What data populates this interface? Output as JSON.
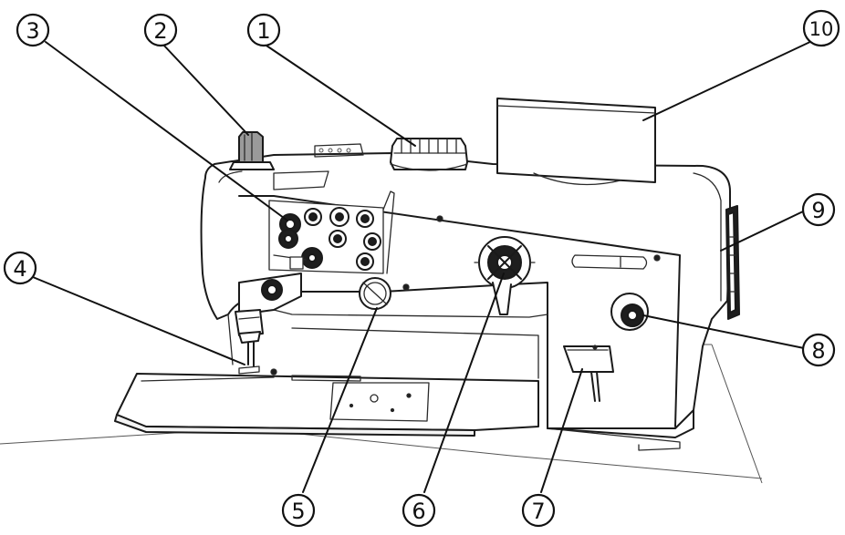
{
  "callouts": [
    {
      "id": "c1",
      "label": "1"
    },
    {
      "id": "c2",
      "label": "2"
    },
    {
      "id": "c3",
      "label": "3"
    },
    {
      "id": "c4",
      "label": "4"
    },
    {
      "id": "c5",
      "label": "5"
    },
    {
      "id": "c6",
      "label": "6"
    },
    {
      "id": "c7",
      "label": "7"
    },
    {
      "id": "c8",
      "label": "8"
    },
    {
      "id": "c9",
      "label": "9"
    },
    {
      "id": "c10",
      "label": "10"
    }
  ],
  "colors": {
    "line": "#1a1a1a",
    "background": "#ffffff",
    "dark_part": "#1e1e1e"
  }
}
